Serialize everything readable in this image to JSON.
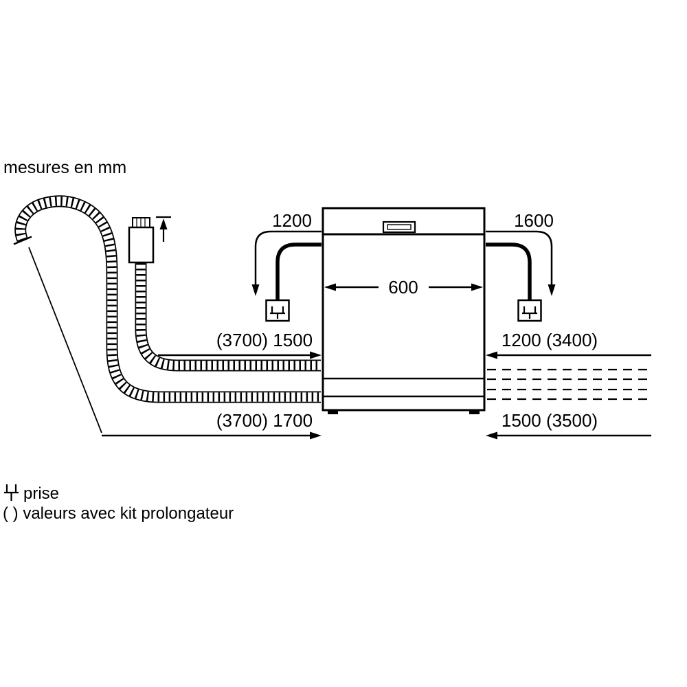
{
  "title": "mesures en mm",
  "dimensions": {
    "left_cable": "1200",
    "right_cable": "1600",
    "width": "600",
    "mid_left": "(3700) 1500",
    "mid_right": "1200 (3400)",
    "bottom_left": "(3700) 1700",
    "bottom_right": "1500 (3500)"
  },
  "legend": {
    "socket": "prise",
    "extension_kit": "( ) valeurs avec kit prolongateur"
  },
  "colors": {
    "line": "#000000",
    "background": "#ffffff"
  }
}
